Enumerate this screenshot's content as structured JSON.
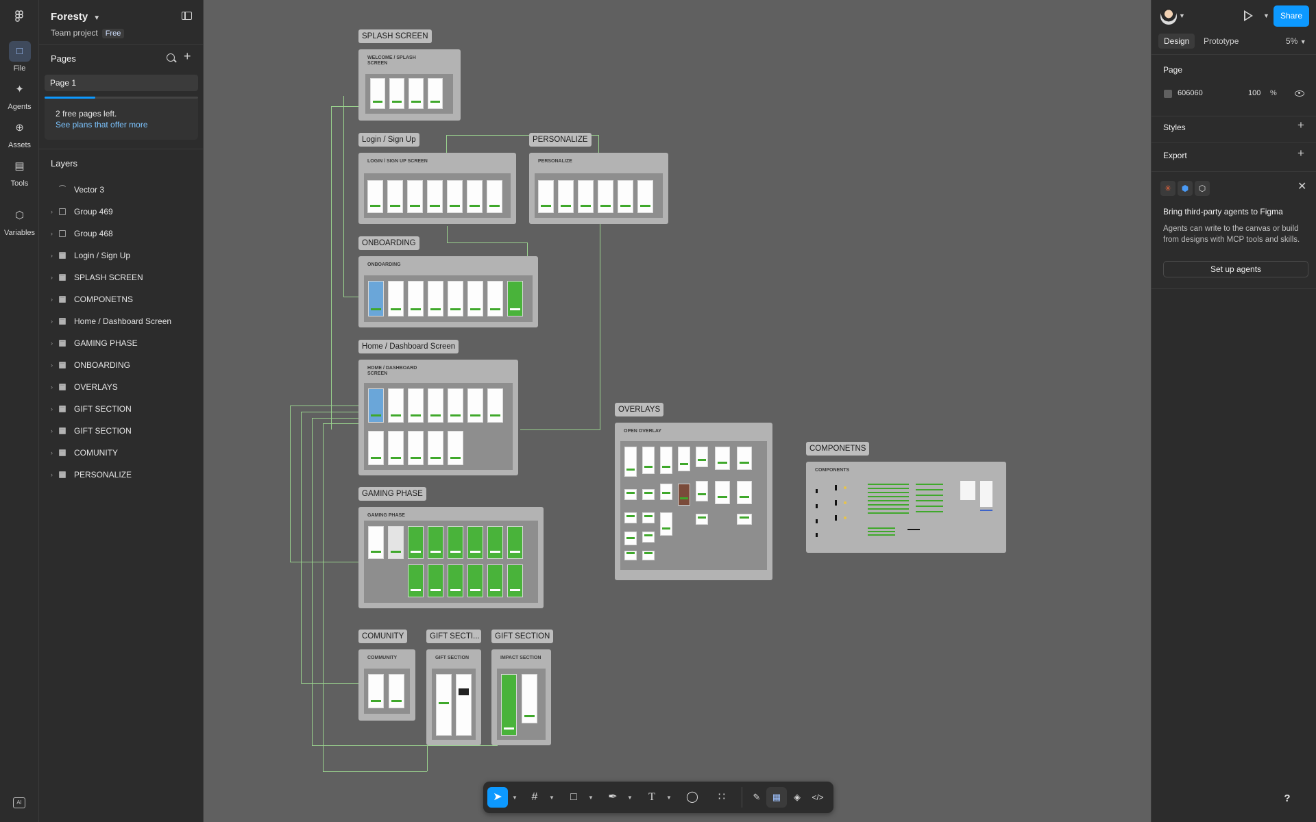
{
  "rail": {
    "items": [
      {
        "label": "File",
        "icon": "file-icon"
      },
      {
        "label": "Agents",
        "icon": "agents-icon"
      },
      {
        "label": "Assets",
        "icon": "assets-icon"
      },
      {
        "label": "Tools",
        "icon": "tools-icon"
      },
      {
        "label": "Variables",
        "icon": "variables-icon"
      }
    ]
  },
  "file": {
    "name": "Foresty",
    "team": "Team project",
    "plan": "Free"
  },
  "pages": {
    "header": "Pages",
    "current": "Page 1",
    "free_note": "2 free pages left.",
    "free_link": "See plans that offer more",
    "used_fraction": 0.33
  },
  "layers": {
    "header": "Layers",
    "items": [
      {
        "name": "Vector 3",
        "type": "vector"
      },
      {
        "name": "Group 469",
        "type": "group"
      },
      {
        "name": "Group 468",
        "type": "group"
      },
      {
        "name": "Login / Sign Up",
        "type": "frame"
      },
      {
        "name": "SPLASH SCREEN",
        "type": "frame"
      },
      {
        "name": "COMPONETNS",
        "type": "frame"
      },
      {
        "name": "Home / Dashboard Screen",
        "type": "frame"
      },
      {
        "name": "GAMING PHASE",
        "type": "frame"
      },
      {
        "name": "ONBOARDING",
        "type": "frame"
      },
      {
        "name": "OVERLAYS",
        "type": "frame"
      },
      {
        "name": "GIFT SECTION",
        "type": "frame"
      },
      {
        "name": "GIFT SECTION",
        "type": "frame"
      },
      {
        "name": "COMUNITY",
        "type": "frame"
      },
      {
        "name": "PERSONALIZE",
        "type": "frame"
      }
    ]
  },
  "header": {
    "share": "Share"
  },
  "tabs": {
    "design": "Design",
    "prototype": "Prototype",
    "zoom": "5%"
  },
  "page_props": {
    "header": "Page",
    "fill_hex": "606060",
    "opacity": "100",
    "percent": "%",
    "styles": "Styles",
    "export": "Export"
  },
  "agents_card": {
    "title": "Bring third-party agents to Figma",
    "body": "Agents can write to the canvas or build from designs with MCP tools and skills.",
    "button": "Set up agents"
  },
  "canvas": {
    "background": "#606060",
    "frames": [
      {
        "label": "SPLASH SCREEN",
        "title": "WELCOME / SPLASH SCREEN"
      },
      {
        "label": "Login / Sign Up",
        "title": "LOGIN / SIGN UP SCREEN"
      },
      {
        "label": "PERSONALIZE",
        "title": "PERSONALIZE"
      },
      {
        "label": "ONBOARDING",
        "title": "ONBOARDING"
      },
      {
        "label": "Home / Dashboard Screen",
        "title": "HOME / DASHBOARD SCREEN"
      },
      {
        "label": "GAMING PHASE",
        "title": "GAMING PHASE"
      },
      {
        "label": "OVERLAYS",
        "title": "OPEN OVERLAY"
      },
      {
        "label": "COMPONETNS",
        "title": "COMPONENTS"
      },
      {
        "label": "COMUNITY",
        "title": "COMMUNITY"
      },
      {
        "label": "GIFT SECTI...",
        "title": "GIFT SECTION"
      },
      {
        "label": "GIFT SECTION",
        "title": "IMPACT SECTION"
      }
    ]
  },
  "toolbar": {
    "tools": [
      "move-tool",
      "frame-tool",
      "shape-tool",
      "pen-tool",
      "text-tool",
      "comment-tool",
      "actions-tool",
      "draw-mode",
      "design-mode",
      "dev-components-mode",
      "dev-mode"
    ]
  },
  "help": "?"
}
